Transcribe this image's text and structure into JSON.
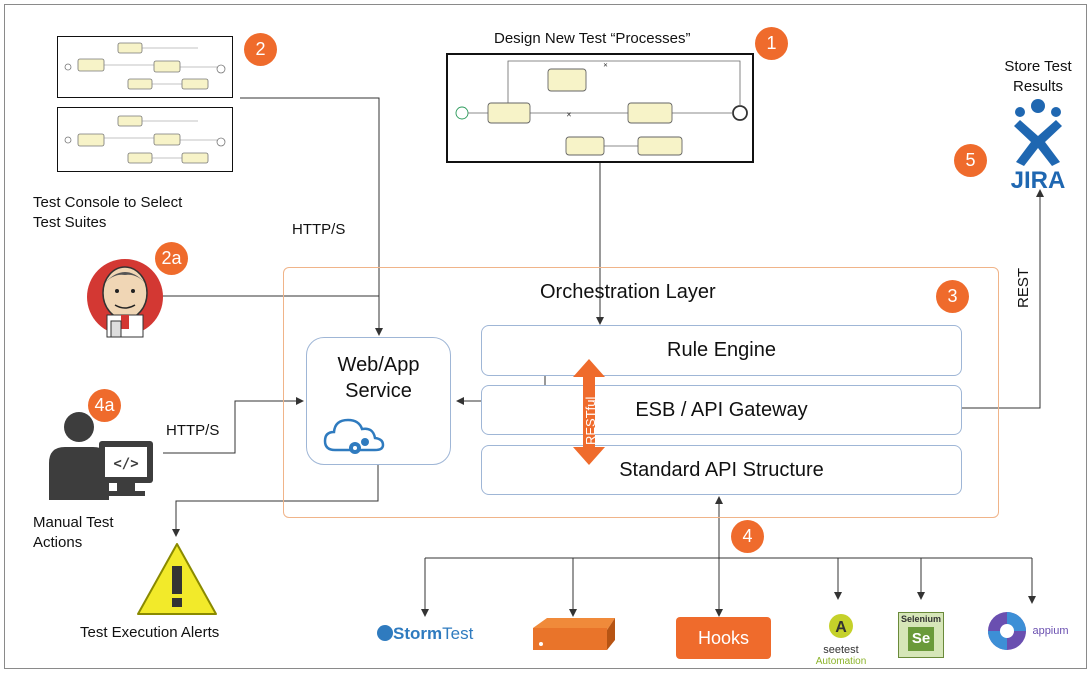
{
  "badges": {
    "b1": "1",
    "b2": "2",
    "b2a": "2a",
    "b3": "3",
    "b4": "4",
    "b4a": "4a",
    "b5": "5"
  },
  "labels": {
    "design": "Design New Test “Processes”",
    "store": "Store Test\nResults",
    "console": "Test Console to Select\nTest Suites",
    "http1": "HTTP/S",
    "http2": "HTTP/S",
    "rest": "REST",
    "orchestration": "Orchestration Layer",
    "manual": "Manual Test\nActions",
    "alerts": "Test Execution Alerts",
    "restful": "RESTful"
  },
  "boxes": {
    "webapp": "Web/App\nService",
    "rule": "Rule Engine",
    "esb": "ESB / API Gateway",
    "std": "Standard API Structure"
  },
  "tools": {
    "jira": "JIRA",
    "hooks": "Hooks",
    "stormtest_a": "Storm",
    "stormtest_b": "Test",
    "seetest_a": "seetest",
    "seetest_b": "Automation",
    "selenium": "Selenium",
    "selenium_se": "Se",
    "appium": "appium"
  },
  "colors": {
    "accent": "#ef6b2c",
    "box_border": "#9fb6d6",
    "orch_border": "#f0b489",
    "line": "#333333"
  },
  "icons": [
    "bpmn-thumbnail",
    "jira-logo",
    "jenkins-icon",
    "person-computer-icon",
    "cloud-gears-icon",
    "warning-icon",
    "stormtest-logo",
    "hardware-device",
    "seetest-logo",
    "selenium-logo",
    "appium-logo"
  ]
}
